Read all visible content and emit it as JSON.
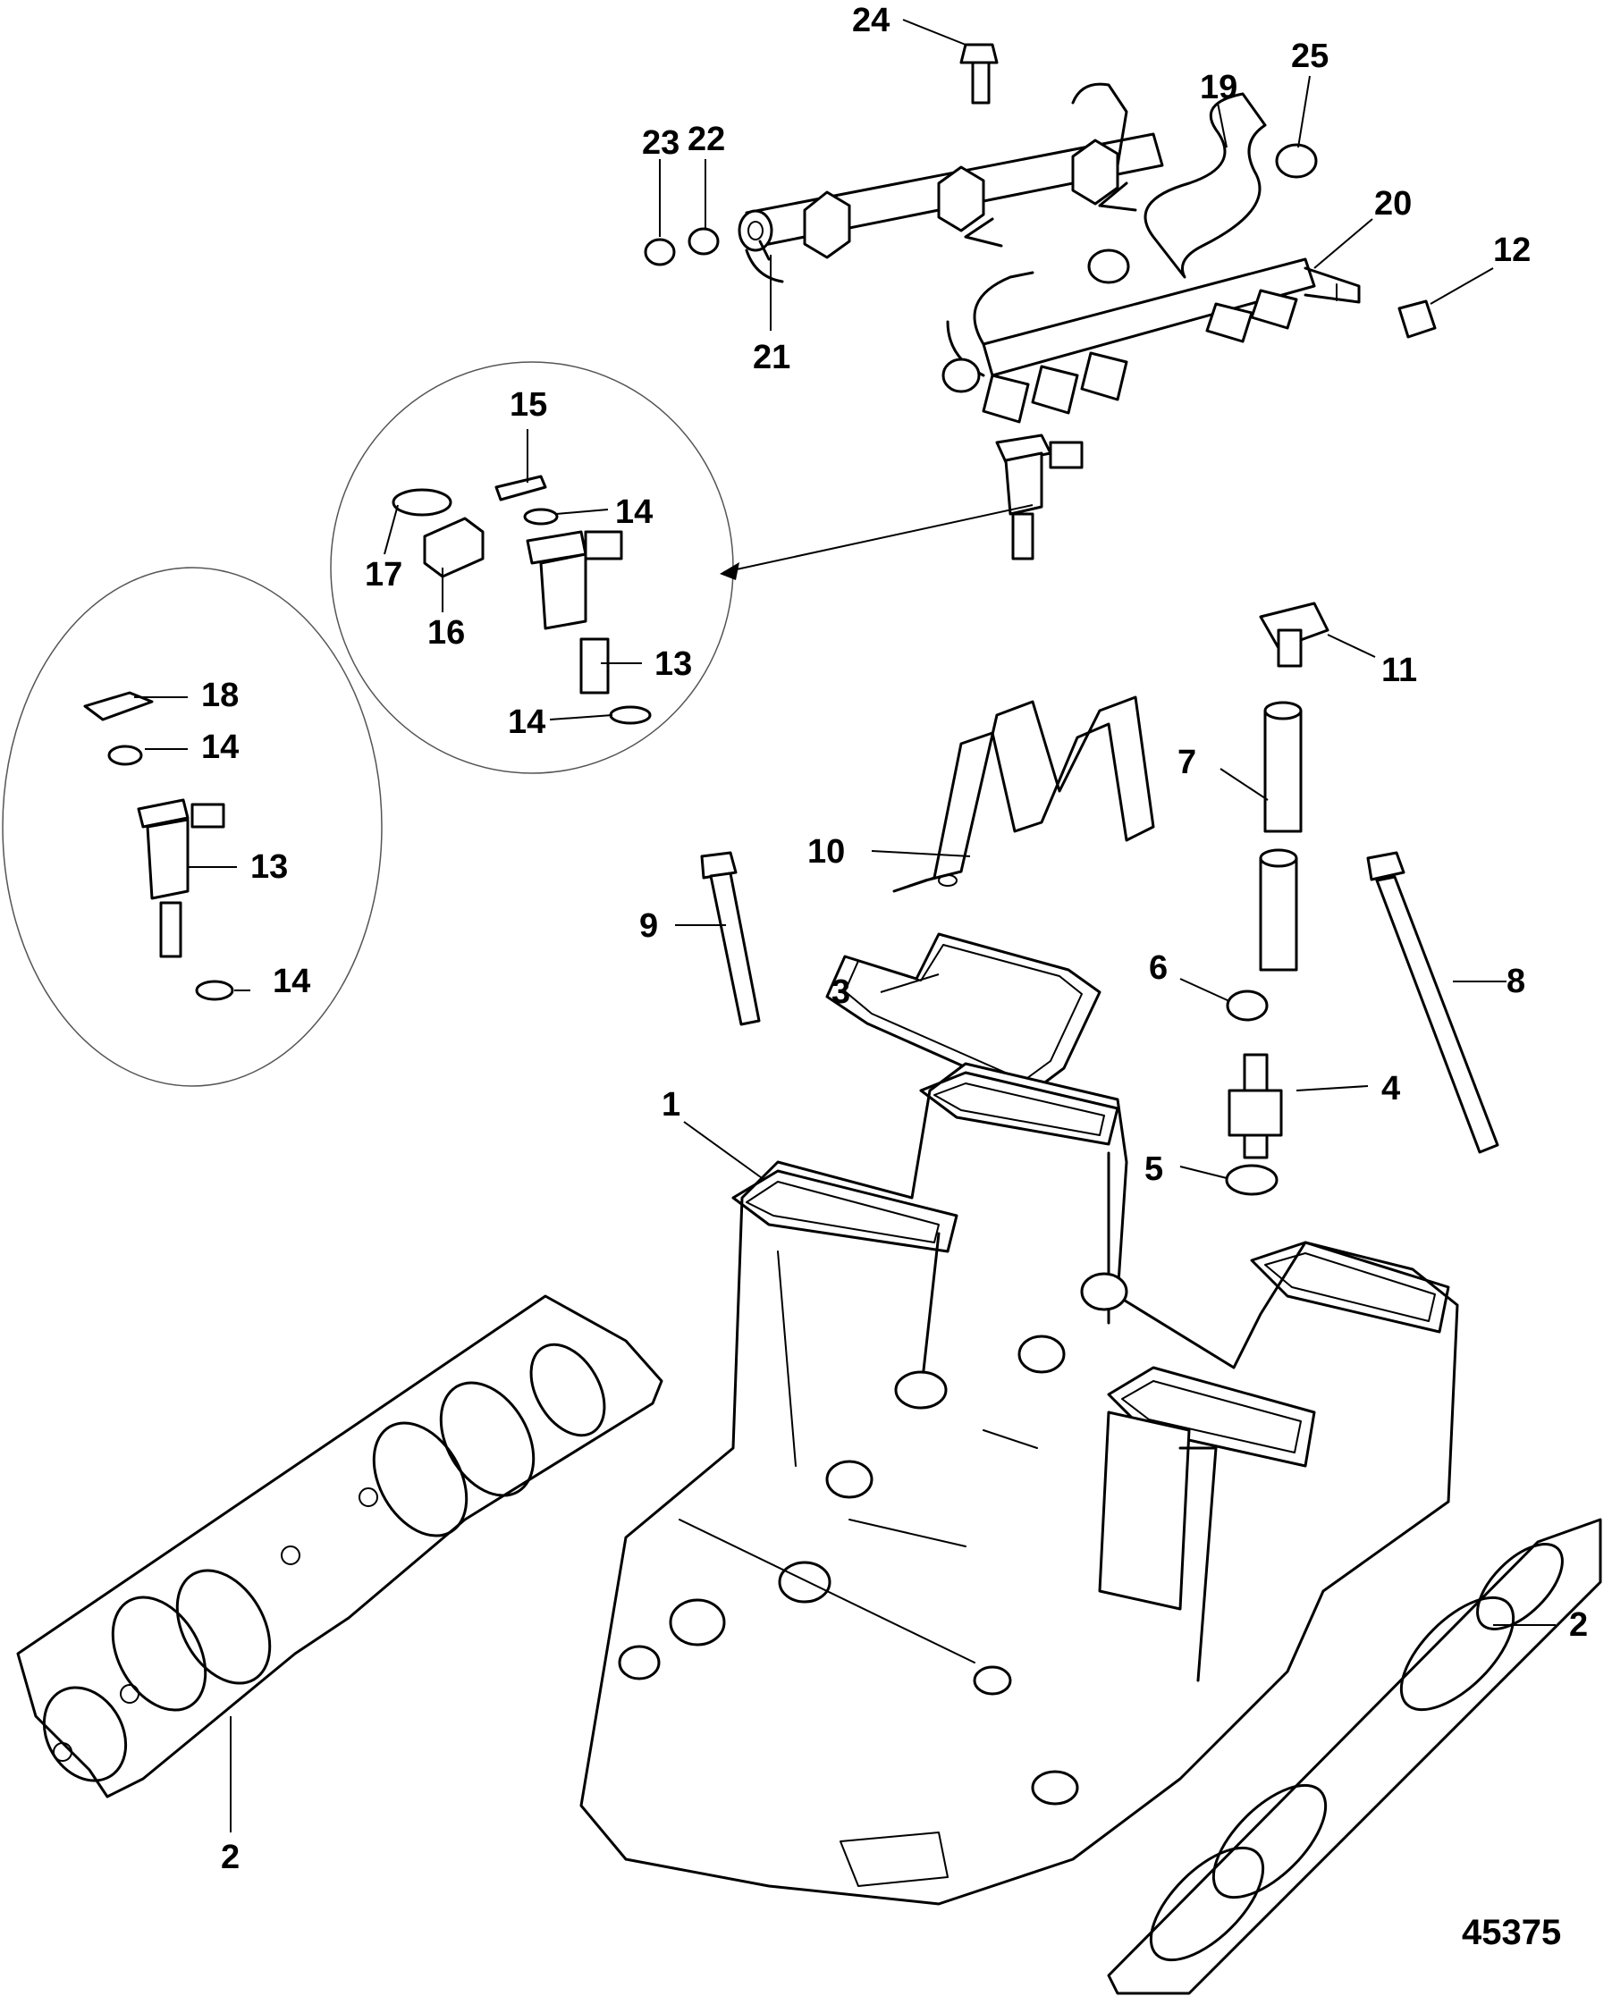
{
  "callouts": {
    "c1": "1",
    "c2a": "2",
    "c2b": "2",
    "c3": "3",
    "c4": "4",
    "c5": "5",
    "c6": "6",
    "c7": "7",
    "c8": "8",
    "c9": "9",
    "c10": "10",
    "c11": "11",
    "c12": "12",
    "c13a": "13",
    "c13b": "13",
    "c14a": "14",
    "c14b": "14",
    "c14c": "14",
    "c14d": "14",
    "c15": "15",
    "c16": "16",
    "c17": "17",
    "c18": "18",
    "c19": "19",
    "c20": "20",
    "c21": "21",
    "c22": "22",
    "c23": "23",
    "c24": "24",
    "c25": "25"
  },
  "figure_number": "45375"
}
